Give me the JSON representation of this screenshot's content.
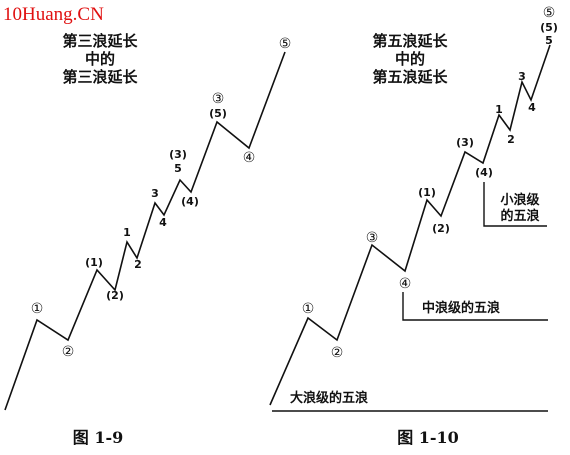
{
  "watermark": "10Huang.CN",
  "fig1": {
    "heading_lines": [
      "第三浪延长",
      "中的",
      "第三浪延长"
    ],
    "caption": "图 1-9",
    "labels": {
      "w1": "①",
      "w2": "②",
      "s1": "(1)",
      "s2": "(2)",
      "m1": "1",
      "m2": "2",
      "m3": "3",
      "m4": "4",
      "m5": "5",
      "s3": "(3)",
      "s4": "(4)",
      "s5": "(5)",
      "w3": "③",
      "w4": "④",
      "w5": "⑤"
    }
  },
  "fig2": {
    "heading_lines": [
      "第五浪延长",
      "中的",
      "第五浪延长"
    ],
    "caption": "图 1-10",
    "labels": {
      "w1": "①",
      "w2": "②",
      "w3": "③",
      "w4": "④",
      "s1": "(1)",
      "s2": "(2)",
      "s3": "(3)",
      "s4": "(4)",
      "m1": "1",
      "m2": "2",
      "m3": "3",
      "m4": "4",
      "w5": "⑤",
      "s5": "(5)",
      "m5": "5"
    },
    "degree_small": [
      "小浪级",
      "的五浪"
    ],
    "degree_medium": "中浪级的五浪",
    "degree_large": "大浪级的五浪"
  }
}
